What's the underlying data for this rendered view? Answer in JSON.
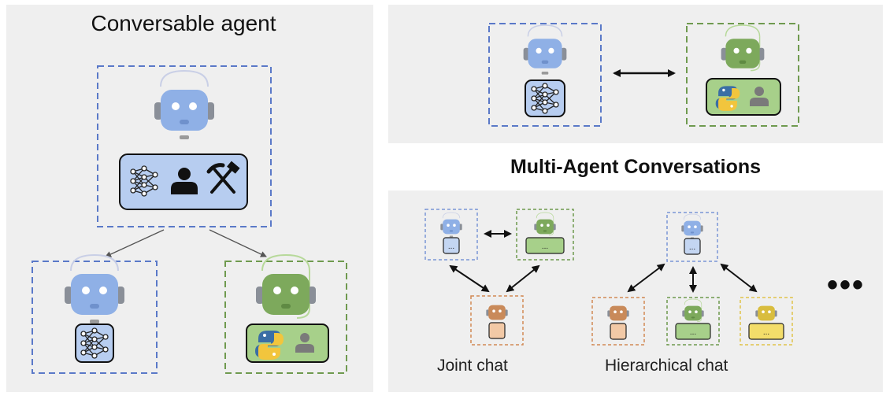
{
  "left": {
    "title": "Conversable agent"
  },
  "header": {
    "title": "Multi-Agent Conversations"
  },
  "patterns": {
    "joint_label": "Joint chat",
    "hierarchical_label": "Hierarchical chat",
    "more": "•••",
    "node_dots": "..."
  },
  "colors": {
    "blue": "#6b8fd6",
    "green": "#6f9a4f",
    "orange": "#d28a55",
    "yellow": "#e0c34a",
    "panel_bg": "#efefef"
  },
  "icons": [
    "neural-network-icon",
    "human-icon",
    "tools-icon",
    "python-icon",
    "robot-icon"
  ]
}
